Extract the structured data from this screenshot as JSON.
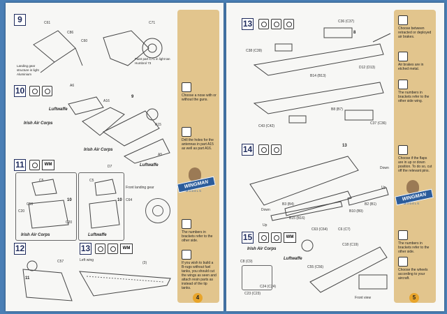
{
  "left_page": {
    "page_number": "4",
    "steps": {
      "s9": {
        "number": "9",
        "labels": {
          "c61": "C61",
          "c60": "C60",
          "c86": "C86",
          "c71": "C71"
        },
        "note_gear": "Landing gear structure in light Aluminium",
        "note_paint": "Paint part C71 in light tan Humbrol 73"
      },
      "s10": {
        "number": "10",
        "labels": {
          "a6": "A6",
          "a16": "A16",
          "a15": "A15",
          "a5": "A5",
          "d7": "D7",
          "ref9": "9"
        },
        "luftwaffe": "Luftwaffe",
        "irish1": "Irish Air Corps",
        "irish2": "Irish Air Corps",
        "luftwaffe2": "Luftwaffe"
      },
      "s11": {
        "number": "11",
        "wm": "WM",
        "labels": {
          "c5a": "C5",
          "c5b": "C5",
          "c56": "C56",
          "c20a": "C20",
          "c20b": "C20",
          "c64": "C64",
          "ref10a": "10",
          "ref10b": "10",
          "front_gear": "Front landing gear"
        },
        "irish": "Irish Air Corps",
        "luftwaffe": "Luftwaffe"
      },
      "s12": {
        "number": "12",
        "labels": {
          "c57": "C57",
          "ref11": "11"
        }
      },
      "s13": {
        "number": "13",
        "wm": "WM",
        "labels": {
          "left_wing": "Left wing",
          "ref": "(3)"
        }
      }
    },
    "notes": {
      "nose": "Choose a nose with or without the guns.",
      "drill": "Drill the holes for the antennas in part A15 as well as part A16.",
      "brackets": "The numbers in brackets refer to the other side.",
      "iftanks": "If you wish to build a B-rugs without fuel tanks, you should cut the wings as seen and attach resin parts as instead of the tip tanks."
    }
  },
  "right_page": {
    "page_number": "5",
    "steps": {
      "s13": {
        "number": "13",
        "labels": {
          "c36": "C36 (C37)",
          "c38": "C38 (C39)",
          "b14": "B14 (B13)",
          "d12": "D12 (D13)",
          "b8": "B8 (B7)",
          "c43": "C43 (C42)",
          "c37": "C37 (C36)",
          "ref8": "8"
        }
      },
      "s14": {
        "number": "14",
        "labels": {
          "ref13": "13",
          "down1": "Down",
          "up1": "Up",
          "down2": "Down",
          "up2": "Up",
          "b3": "B3 (B4)",
          "b2": "B2 (B1)",
          "b10": "B10 (B9)",
          "b15": "B15 (B16)"
        }
      },
      "s15": {
        "number": "15",
        "wm": "WM",
        "labels": {
          "c63": "C63 (C64)",
          "c6": "C6 (C7)",
          "c18": "C18 (C19)",
          "c55": "C55 (C56)",
          "c8": "C8 (C9)",
          "c24": "C24 (C24)",
          "c23": "C23 (C23)",
          "front_view": "Front view"
        },
        "irish": "Irish Air Corps",
        "luftwaffe": "Luftwaffe"
      }
    },
    "notes": {
      "brakes_choice": "Choose between retracted or deployed air brakes.",
      "brakes_metal": "Air brakes are in etched metal.",
      "brackets": "The numbers in brackets refer to the other side wing.",
      "flaps": "Choose if the flaps are in up or down position. To do so, cut off the relevant pins.",
      "brackets2": "The numbers in brackets refer to the other side.",
      "wheels": "Choose the wheels according to your aircraft."
    }
  },
  "logo": {
    "title": "WINGMAN",
    "subtitle": "MODELS"
  },
  "colors": {
    "accent_column": "#e2c58d",
    "step_border": "#1d2a5c",
    "background": "#4a7fb5",
    "page_number_badge": "#e8a52b"
  }
}
